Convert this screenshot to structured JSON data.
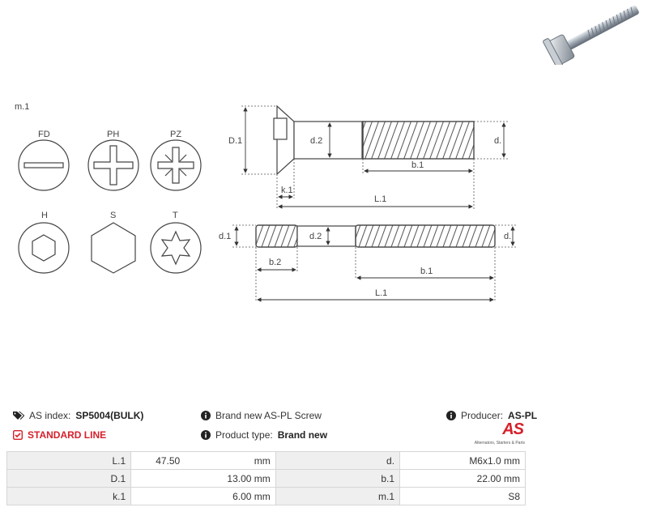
{
  "drawing": {
    "m_label": "m.1",
    "head_types": [
      {
        "label": "FD",
        "icon": "flat-slot-icon"
      },
      {
        "label": "PH",
        "icon": "phillips-icon"
      },
      {
        "label": "PZ",
        "icon": "pozidriv-icon"
      },
      {
        "label": "H",
        "icon": "hex-socket-icon"
      },
      {
        "label": "S",
        "icon": "hex-head-icon"
      },
      {
        "label": "T",
        "icon": "torx-icon"
      }
    ],
    "screw_dims": {
      "D1": "D.1",
      "d2": "d.2",
      "d": "d.",
      "b1": "b.1",
      "k1": "k.1",
      "L1": "L.1"
    },
    "stud_dims": {
      "d1": "d.1",
      "d2": "d.2",
      "d": "d.",
      "b2": "b.2",
      "b1": "b.1",
      "L1": "L.1"
    }
  },
  "info": {
    "as_index_label": "AS index:",
    "as_index_value": "SP5004(BULK)",
    "standard_line": "STANDARD LINE",
    "description": "Brand new AS-PL Screw",
    "product_type_label": "Product type:",
    "product_type_value": "Brand new",
    "producer_label": "Producer:",
    "producer_value": "AS-PL",
    "logo_text": "AS",
    "logo_tagline": "Alternators, Starters & Parts"
  },
  "colors": {
    "accent": "#d5212b",
    "table_label_bg": "#efefef",
    "border": "#d6d6d6"
  },
  "specs": [
    [
      {
        "k": "L.1",
        "v": "47.50",
        "u": "mm"
      },
      {
        "k": "d.",
        "v": "M6x1.0 mm"
      }
    ],
    [
      {
        "k": "D.1",
        "v": "13.00 mm"
      },
      {
        "k": "b.1",
        "v": "22.00 mm"
      }
    ],
    [
      {
        "k": "k.1",
        "v": "6.00 mm"
      },
      {
        "k": "m.1",
        "v": "S8"
      }
    ]
  ]
}
